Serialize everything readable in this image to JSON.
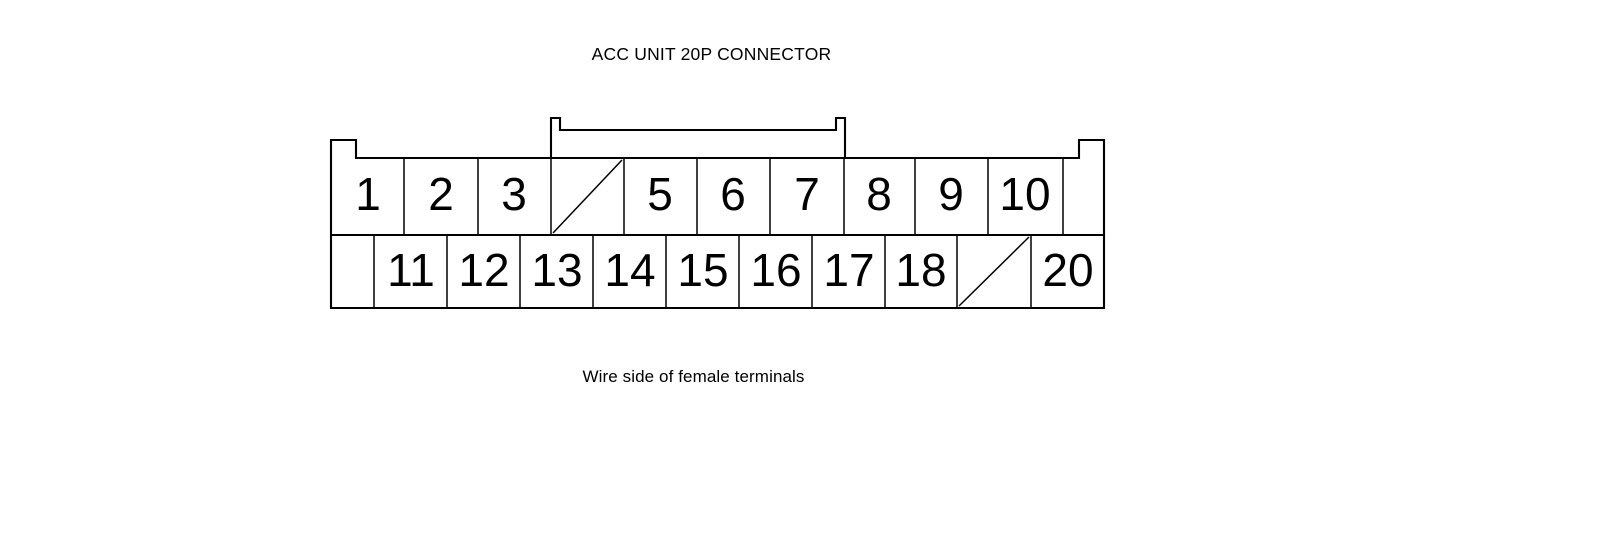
{
  "diagram": {
    "title": "ACC UNIT 20P CONNECTOR",
    "caption": "Wire side of female terminals",
    "line_color": "#000000",
    "background_color": "#ffffff",
    "connector": {
      "pin_count": 20,
      "rows": [
        {
          "name": "top-row",
          "cells": [
            {
              "label": "1",
              "type": "pin"
            },
            {
              "label": "2",
              "type": "pin"
            },
            {
              "label": "3",
              "type": "pin"
            },
            {
              "label": "",
              "type": "blank-slash"
            },
            {
              "label": "5",
              "type": "pin"
            },
            {
              "label": "6",
              "type": "pin"
            },
            {
              "label": "7",
              "type": "pin"
            },
            {
              "label": "8",
              "type": "pin"
            },
            {
              "label": "9",
              "type": "pin"
            },
            {
              "label": "10",
              "type": "pin"
            },
            {
              "label": "",
              "type": "empty"
            }
          ]
        },
        {
          "name": "bottom-row",
          "cells": [
            {
              "label": "",
              "type": "empty"
            },
            {
              "label": "11",
              "type": "pin"
            },
            {
              "label": "12",
              "type": "pin"
            },
            {
              "label": "13",
              "type": "pin"
            },
            {
              "label": "14",
              "type": "pin"
            },
            {
              "label": "15",
              "type": "pin"
            },
            {
              "label": "16",
              "type": "pin"
            },
            {
              "label": "17",
              "type": "pin"
            },
            {
              "label": "18",
              "type": "pin"
            },
            {
              "label": "",
              "type": "blank-slash"
            },
            {
              "label": "20",
              "type": "pin"
            }
          ]
        }
      ]
    }
  }
}
